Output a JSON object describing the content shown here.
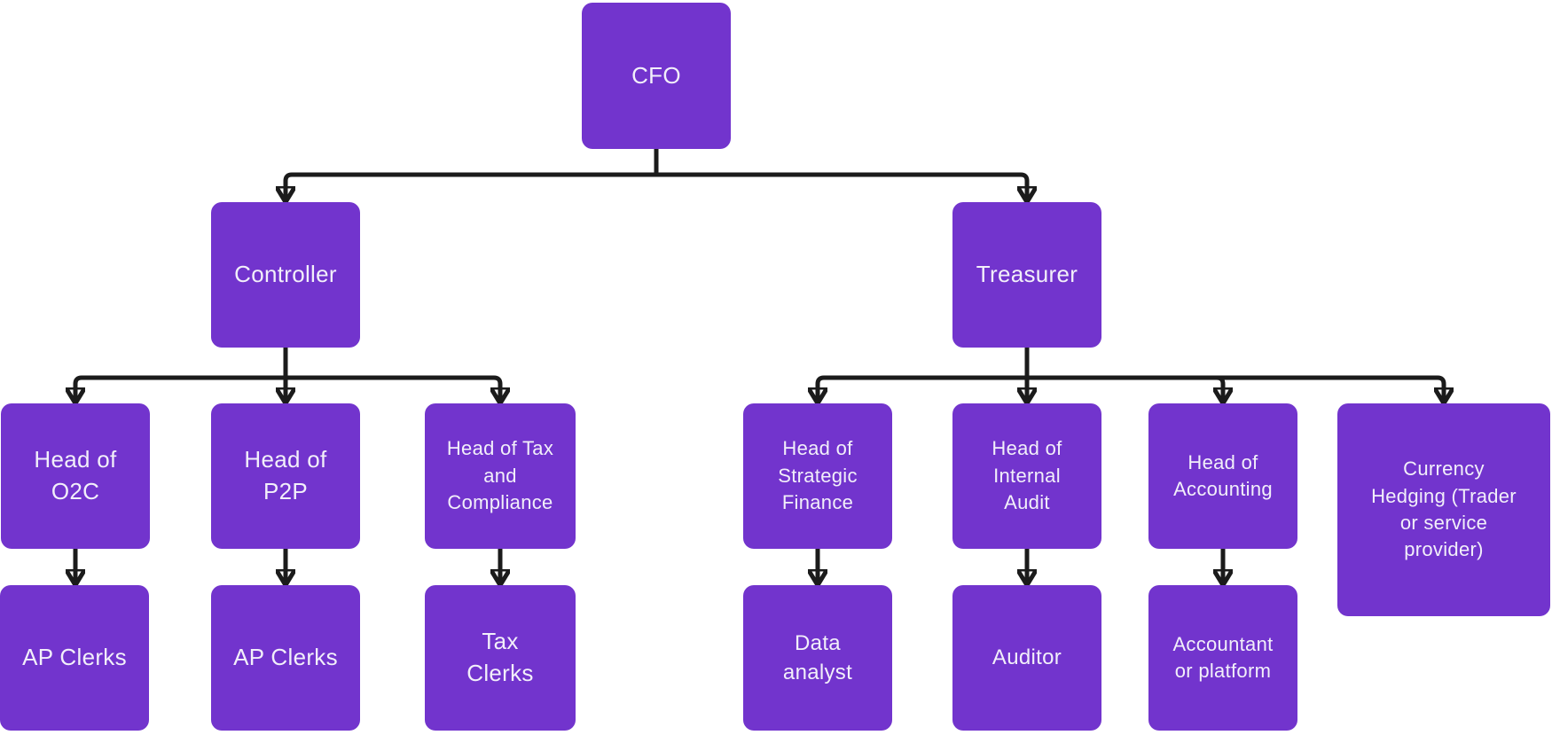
{
  "diagram": {
    "type": "org-chart",
    "theme": {
      "node_fill": "#7234cd",
      "node_text_color": "#f2effa",
      "connector_color": "#1b1b1b",
      "background": "#ffffff"
    },
    "nodes": {
      "cfo": {
        "label": "CFO"
      },
      "controller": {
        "label": "Controller"
      },
      "treasurer": {
        "label": "Treasurer"
      },
      "head_o2c": {
        "label": "Head of\nO2C"
      },
      "head_p2p": {
        "label": "Head of\nP2P"
      },
      "head_tax_compliance": {
        "label": "Head of Tax\nand\nCompliance"
      },
      "head_strategic_finance": {
        "label": "Head of\nStrategic\nFinance"
      },
      "head_internal_audit": {
        "label": "Head of\nInternal\nAudit"
      },
      "head_accounting": {
        "label": "Head of\nAccounting"
      },
      "currency_hedging": {
        "label": "Currency\nHedging (Trader\nor service\nprovider)"
      },
      "ap_clerks_1": {
        "label": "AP Clerks"
      },
      "ap_clerks_2": {
        "label": "AP Clerks"
      },
      "tax_clerks": {
        "label": "Tax\nClerks"
      },
      "data_analyst": {
        "label": "Data\nanalyst"
      },
      "auditor": {
        "label": "Auditor"
      },
      "accountant_or_platform": {
        "label": "Accountant\nor platform"
      }
    },
    "edges": [
      {
        "from": "cfo",
        "to": "controller"
      },
      {
        "from": "cfo",
        "to": "treasurer"
      },
      {
        "from": "controller",
        "to": "head_o2c"
      },
      {
        "from": "controller",
        "to": "head_p2p"
      },
      {
        "from": "controller",
        "to": "head_tax_compliance"
      },
      {
        "from": "treasurer",
        "to": "head_strategic_finance"
      },
      {
        "from": "treasurer",
        "to": "head_internal_audit"
      },
      {
        "from": "treasurer",
        "to": "head_accounting"
      },
      {
        "from": "treasurer",
        "to": "currency_hedging"
      },
      {
        "from": "head_o2c",
        "to": "ap_clerks_1"
      },
      {
        "from": "head_p2p",
        "to": "ap_clerks_2"
      },
      {
        "from": "head_tax_compliance",
        "to": "tax_clerks"
      },
      {
        "from": "head_strategic_finance",
        "to": "data_analyst"
      },
      {
        "from": "head_internal_audit",
        "to": "auditor"
      },
      {
        "from": "head_accounting",
        "to": "accountant_or_platform"
      }
    ]
  }
}
